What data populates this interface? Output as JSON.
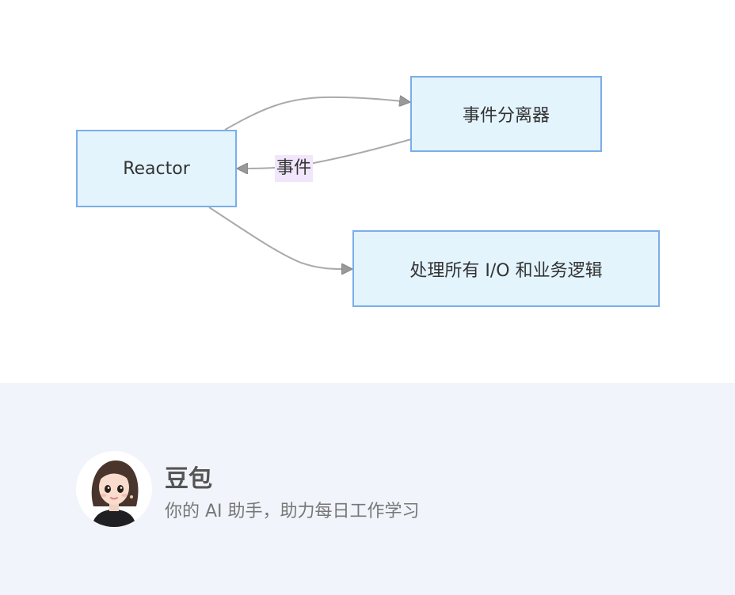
{
  "diagram": {
    "nodes": {
      "reactor": "Reactor",
      "demux": "事件分离器",
      "handler": "处理所有 I/O 和业务逻辑"
    },
    "edge_labels": {
      "event": "事件"
    },
    "colors": {
      "node_fill": "#e3f4fd",
      "node_border": "#7aaeea",
      "edge": "#aaaaaa",
      "label_bg": "#f1e6fb"
    }
  },
  "footer": {
    "title": "豆包",
    "subtitle": "你的 AI 助手，助力每日工作学习",
    "avatar_icon": "avatar-icon"
  }
}
